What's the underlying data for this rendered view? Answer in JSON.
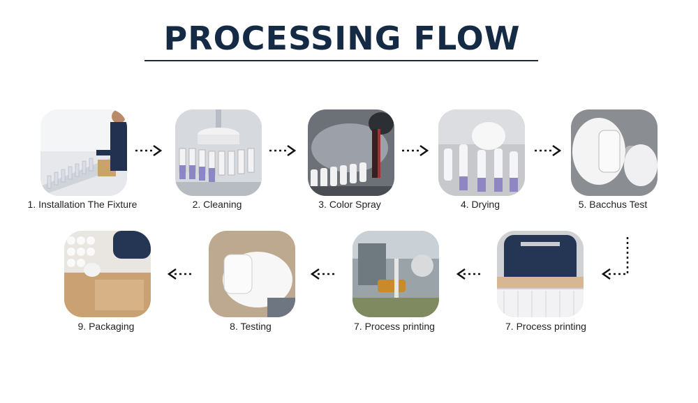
{
  "title": "PROCESSING FLOW",
  "steps": [
    {
      "label": "1. Installation The Fixture"
    },
    {
      "label": "2. Cleaning"
    },
    {
      "label": "3. Color Spray"
    },
    {
      "label": "4. Drying"
    },
    {
      "label": "5. Bacchus Test"
    },
    {
      "label": "7. Process printing"
    },
    {
      "label": "7. Process printing"
    },
    {
      "label": "8. Testing"
    },
    {
      "label": "9. Packaging"
    }
  ],
  "colors": {
    "title": "#142a45",
    "arrow": "#111111"
  }
}
